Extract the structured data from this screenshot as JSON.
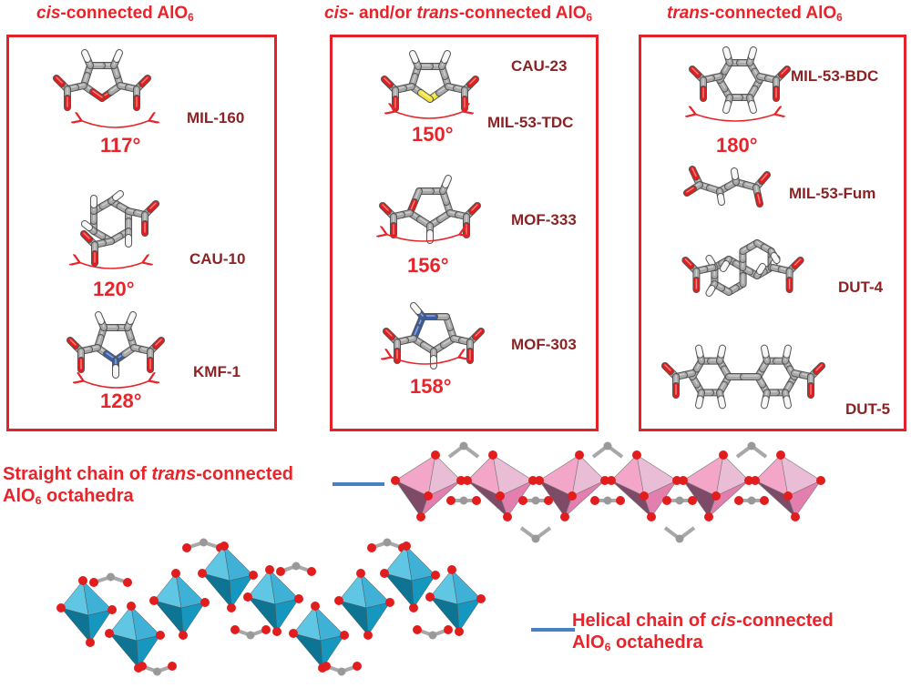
{
  "headers": {
    "left": {
      "pre": "",
      "italic": "cis",
      "post": "-connected AlO",
      "sub": "6"
    },
    "middle": {
      "italic1": "cis",
      "mid": "- and/or ",
      "italic2": "trans",
      "post": "-connected AlO",
      "sub": "6"
    },
    "right": {
      "italic": "trans",
      "post": "-connected AlO",
      "sub": "6"
    }
  },
  "panels": {
    "cis": [
      {
        "name": "MIL-160",
        "angle": "117°",
        "heteroatom": "O"
      },
      {
        "name": "CAU-10",
        "angle": "120°",
        "heteroatom": "none"
      },
      {
        "name": "KMF-1",
        "angle": "128°",
        "heteroatom": "N"
      }
    ],
    "mixed": [
      {
        "name": "CAU-23",
        "angle": "150°",
        "heteroatom": "S"
      },
      {
        "name": "MIL-53-TDC"
      },
      {
        "name": "MOF-333",
        "angle": "156°",
        "heteroatom": "O"
      },
      {
        "name": "MOF-303",
        "angle": "158°",
        "heteroatom": "N"
      }
    ],
    "trans": [
      {
        "name": "MIL-53-BDC",
        "angle": "180°"
      },
      {
        "name": "MIL-53-Fum"
      },
      {
        "name": "DUT-4"
      },
      {
        "name": "DUT-5"
      }
    ]
  },
  "captions": {
    "straight": {
      "l1a": "Straight chain of ",
      "l1i": "trans",
      "l1b": "-connected",
      "l2a": "AlO",
      "l2sub": "6",
      "l2b": " octahedra"
    },
    "helical": {
      "l1a": "Helical chain of ",
      "l1i": "cis",
      "l1b": "-connected",
      "l2a": "AlO",
      "l2sub": "6",
      "l2b": " octahedra"
    }
  },
  "colors": {
    "frame": "#e32128",
    "title": "#e8242a",
    "label": "#8b2325",
    "carbon": "#a8a8a8",
    "oxygen": "#e21d1d",
    "hydrogen": "#f4f4f4",
    "nitrogen": "#3a5fa8",
    "sulfur": "#f2e23a",
    "pink_poly": "#e58fb7",
    "blue_poly": "#2ea3c9",
    "leader": "#4a7fc1"
  }
}
